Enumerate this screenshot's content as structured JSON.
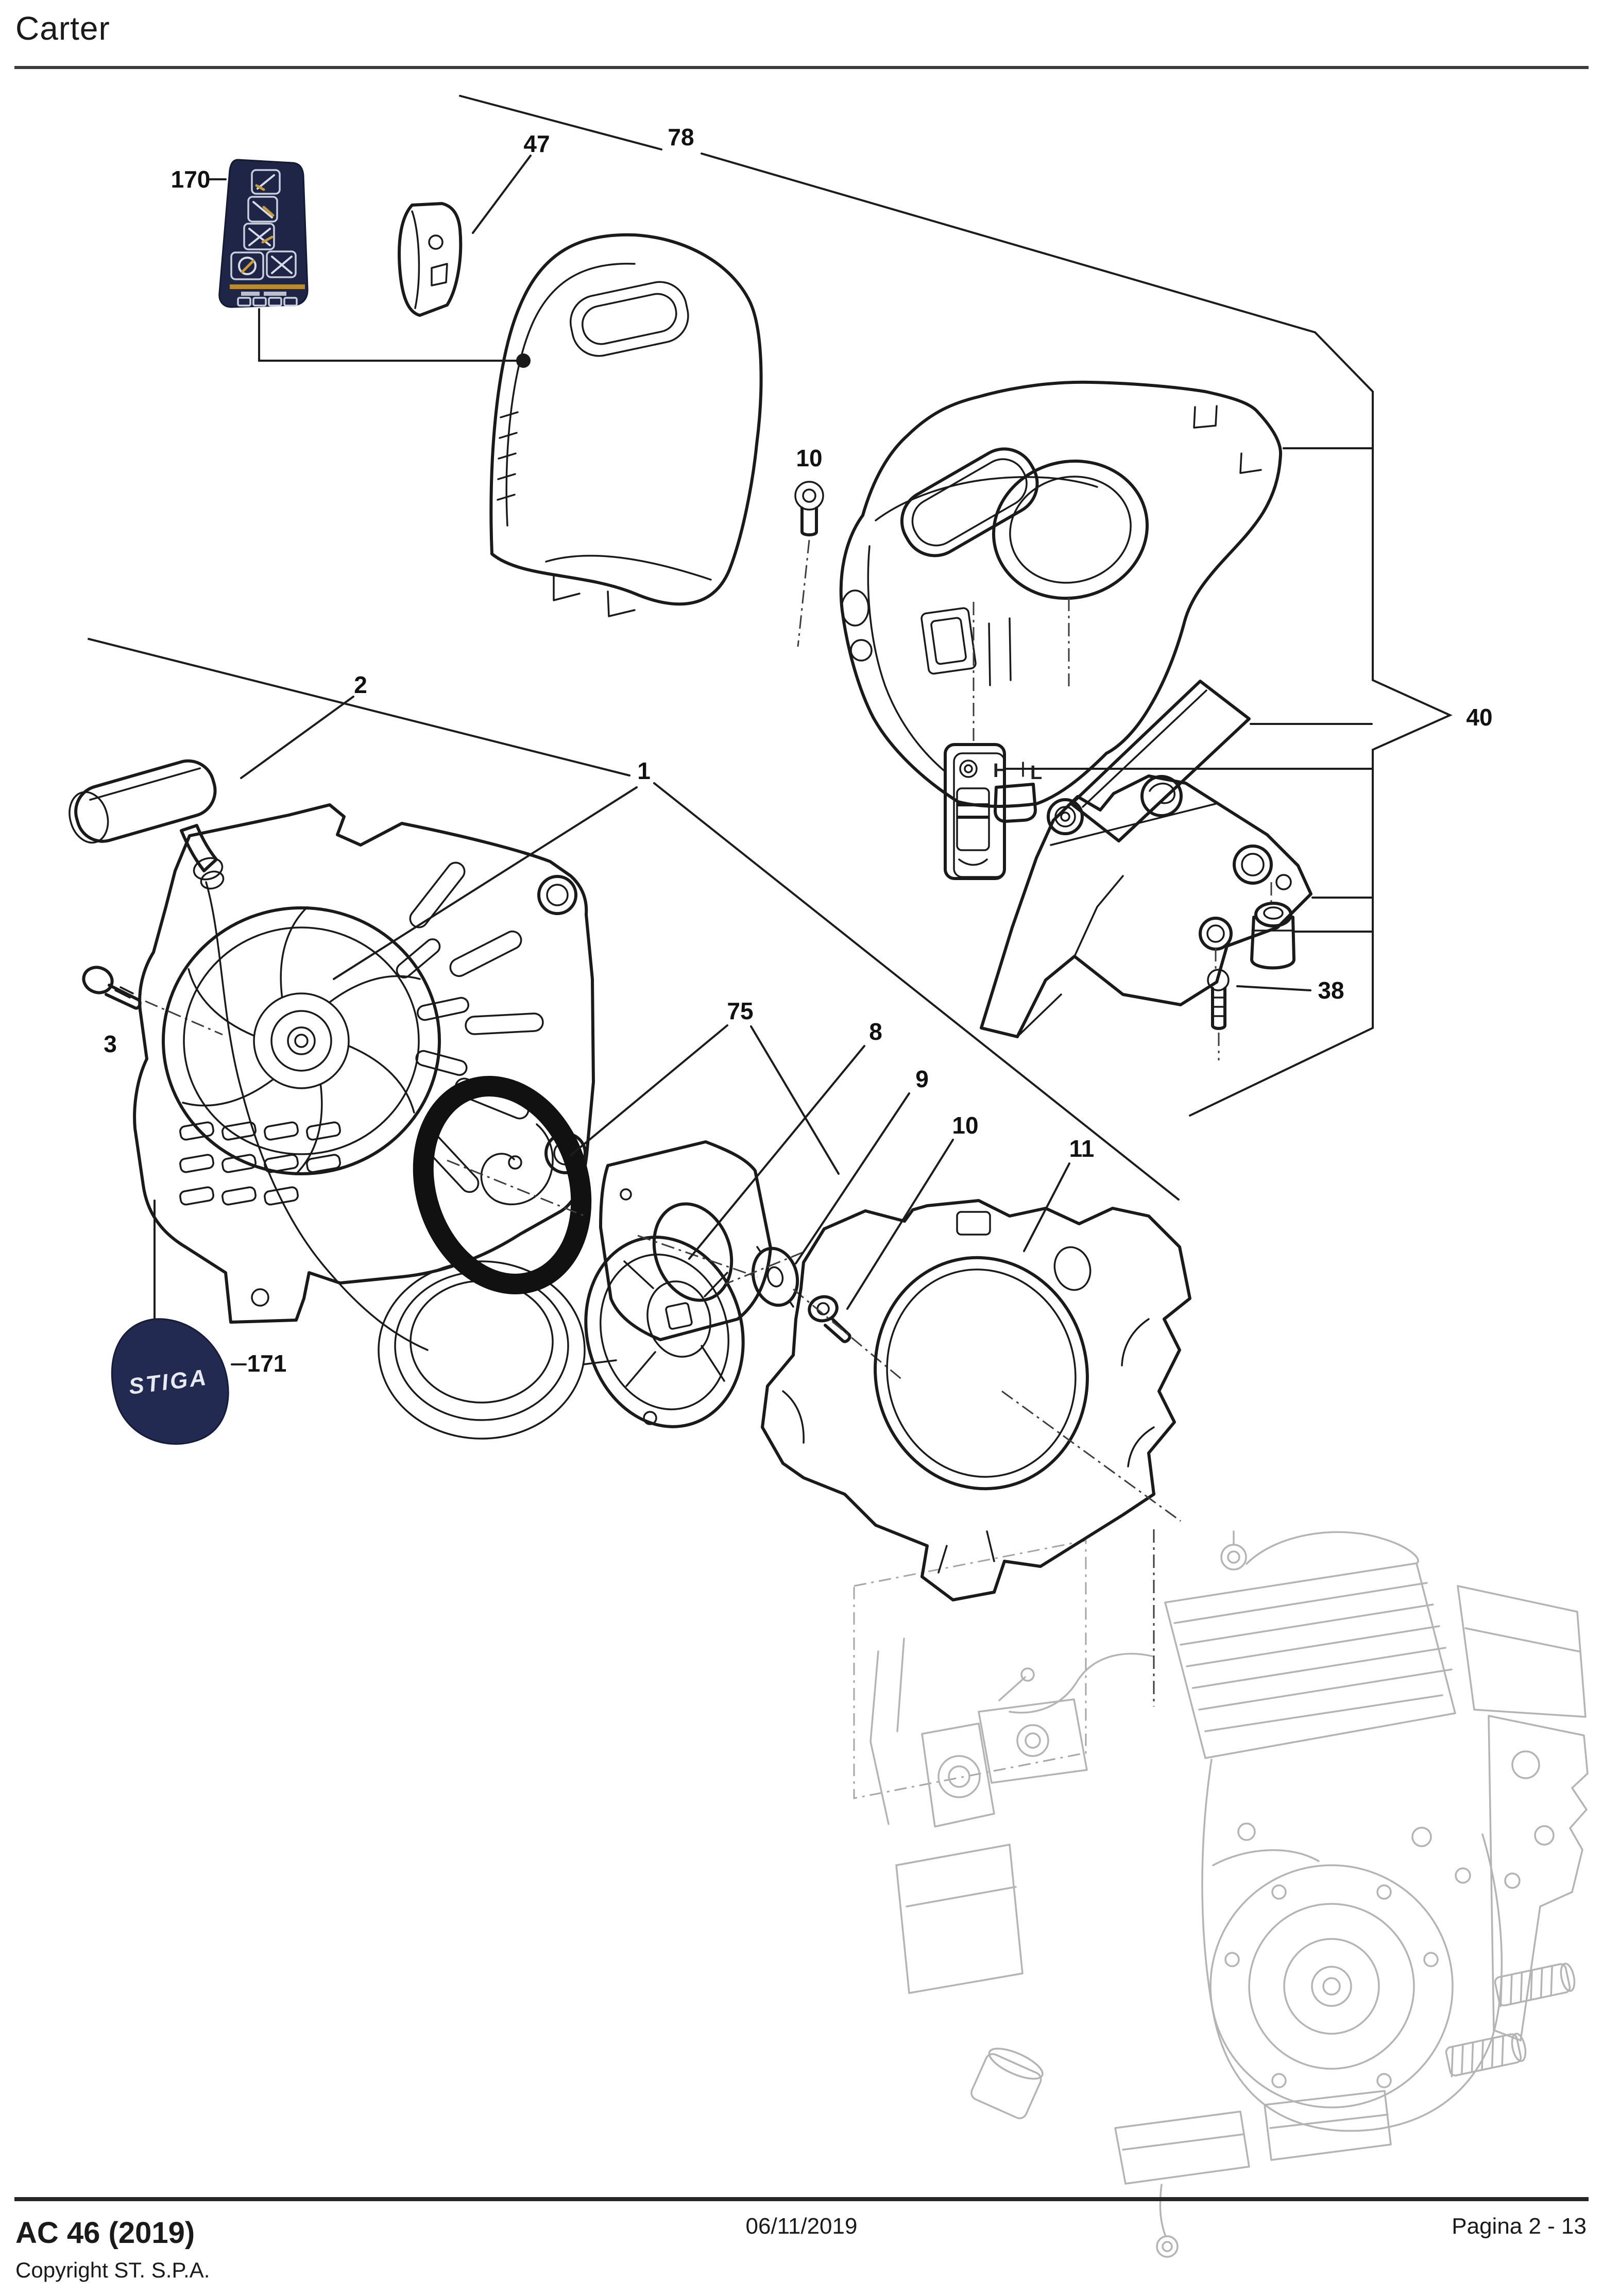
{
  "header": {
    "title": "Carter"
  },
  "footer": {
    "model": "AC 46 (2019)",
    "copyright": "Copyright ST. S.P.A.",
    "date": "06/11/2019",
    "page": "Pagina 2 - 13"
  },
  "diagram": {
    "callouts": {
      "c170": "170",
      "c47": "47",
      "c78": "78",
      "c10_top": "10",
      "c40": "40",
      "c2": "2",
      "c3": "3",
      "c1": "1",
      "c75": "75",
      "c8": "8",
      "c9": "9",
      "c10_pulley": "10",
      "c11": "11",
      "c38": "38",
      "c171": "171"
    },
    "cover_markings": {
      "high": "H",
      "low": "L"
    },
    "badge_text": "STIGA",
    "colors": {
      "decal_navy": "#1f2547",
      "badge_navy": "#232a52",
      "decal_accent_orange": "#b98a2e",
      "line_black": "#1a1a1a",
      "engine_ghost_gray": "#b4b4b4"
    }
  }
}
